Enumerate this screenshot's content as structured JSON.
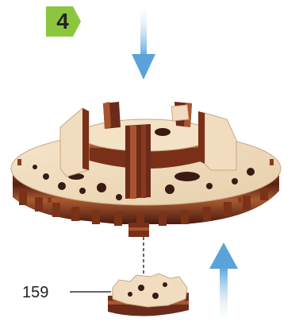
{
  "step": {
    "number": "4",
    "badge_color": "#8cc63f"
  },
  "part": {
    "label": "159"
  },
  "arrows": {
    "color": "#6fb0dd",
    "directions": [
      "down",
      "up"
    ]
  },
  "colors": {
    "wood_light": "#f1dcc0",
    "wood_dark": "#6b2a1a",
    "wood_mid": "#a8552f",
    "holes": "#3a1a12"
  }
}
